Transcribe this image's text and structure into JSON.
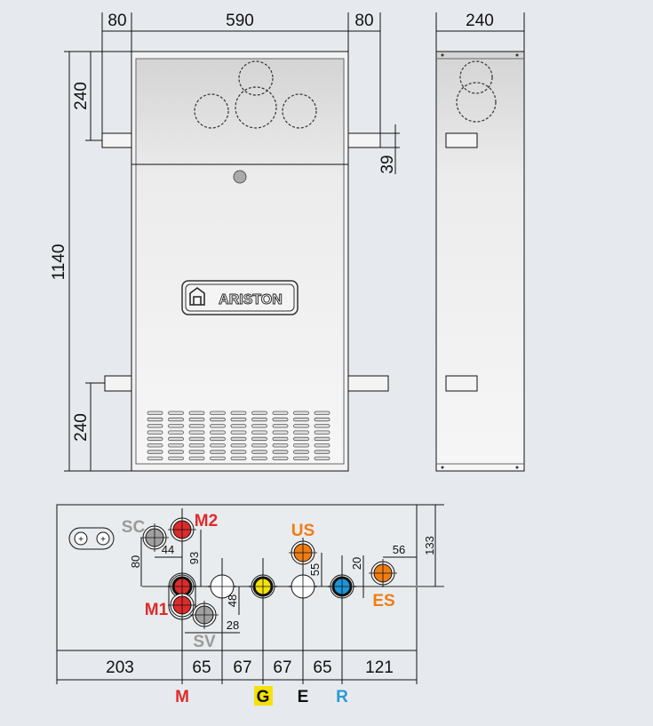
{
  "front_view": {
    "dims": {
      "left_offset": "80",
      "width": "590",
      "right_offset": "80",
      "height": "1140",
      "top_pipe": "240",
      "bottom_pipe": "240",
      "pipe_gap": "39"
    },
    "logo": "ARISTON"
  },
  "side_view": {
    "depth": "240"
  },
  "bottom_view": {
    "labels": {
      "sc": "SC",
      "m2": "M2",
      "m1": "M1",
      "sv": "SV",
      "us": "US",
      "es": "ES"
    },
    "inner_dims": {
      "d44": "44",
      "d80": "80",
      "d93": "93",
      "d48": "48",
      "d28": "28",
      "d55": "55",
      "d20": "20",
      "d56": "56",
      "d133": "133"
    },
    "spacing": [
      "203",
      "65",
      "67",
      "67",
      "65",
      "121"
    ],
    "connections": [
      {
        "label": "M",
        "color": "#e02a2a"
      },
      {
        "label": "G",
        "color": "#111111"
      },
      {
        "label": "E",
        "color": "#111111"
      },
      {
        "label": "R",
        "color": "#2a9ad8"
      }
    ],
    "colors": {
      "red": "#dd2b2b",
      "gray": "#a0a0a0",
      "orange": "#f07d13",
      "yellow": "#f5e20a",
      "blue": "#1e96d8",
      "gray_label": "#9a9a9a"
    }
  }
}
